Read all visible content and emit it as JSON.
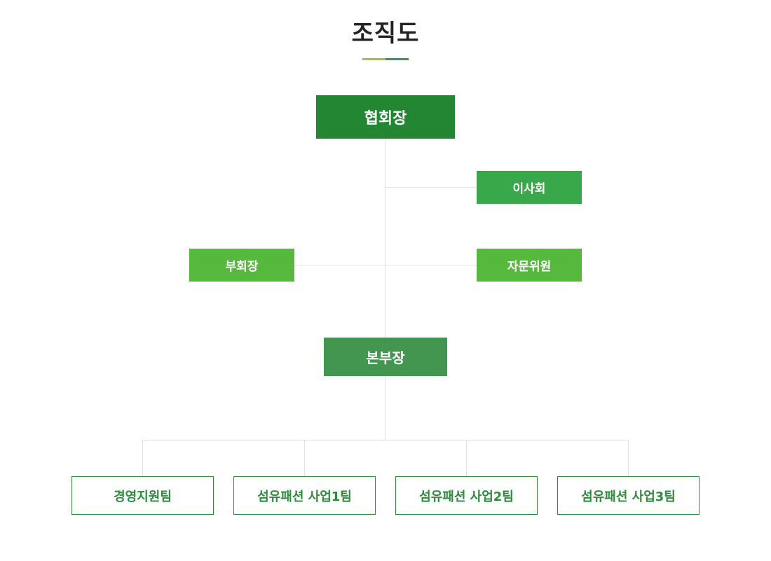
{
  "title": "조직도",
  "colors": {
    "accent_lime": "#a5c422",
    "accent_green": "#3a9a52",
    "president": "#238632",
    "board": "#39a84a",
    "vice": "#56b83c",
    "advisory": "#56b83c",
    "director": "#43964f",
    "team_border": "#2e8b3c",
    "connector": "#e2e2e2"
  },
  "org": {
    "president": "협회장",
    "board": "이사회",
    "vice_president": "부회장",
    "advisory_committee": "자문위원",
    "director": "본부장",
    "teams": [
      "경영지원팀",
      "섬유패션 사업1팀",
      "섬유패션 사업2팀",
      "섬유패션 사업3팀"
    ]
  }
}
